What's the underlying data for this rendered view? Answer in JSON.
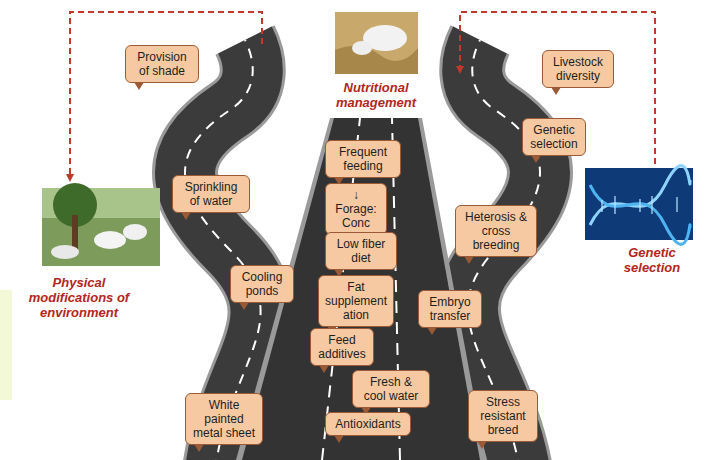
{
  "diagram": {
    "nodes": [
      {
        "text": [
          "Provision of shade"
        ]
      },
      {
        "text": [
          "Livestock diversity"
        ]
      },
      {
        "text": [
          "Frequent feeding"
        ]
      },
      {
        "text": [
          "Genetic selection"
        ]
      },
      {
        "text": [
          "↓ Forage: Conc"
        ]
      },
      {
        "text": [
          "Sprinkling of water"
        ]
      },
      {
        "text": [
          "Low fiber diet"
        ]
      },
      {
        "text": [
          "Heterosis & cross breeding"
        ]
      },
      {
        "text": [
          "Cooling ponds"
        ]
      },
      {
        "text": [
          "Fat supplement ation"
        ]
      },
      {
        "text": [
          "Embryo transfer"
        ]
      },
      {
        "text": [
          "Feed additives"
        ]
      },
      {
        "text": [
          "Fresh & cool water"
        ]
      },
      {
        "text": [
          "White painted metal sheet"
        ]
      },
      {
        "text": [
          "Stress resistant breed"
        ]
      },
      {
        "text": [
          "Antioxidants"
        ]
      }
    ],
    "labels": [
      "Nutritional management",
      "Physical modifications of environment",
      "Genetic selection"
    ]
  }
}
